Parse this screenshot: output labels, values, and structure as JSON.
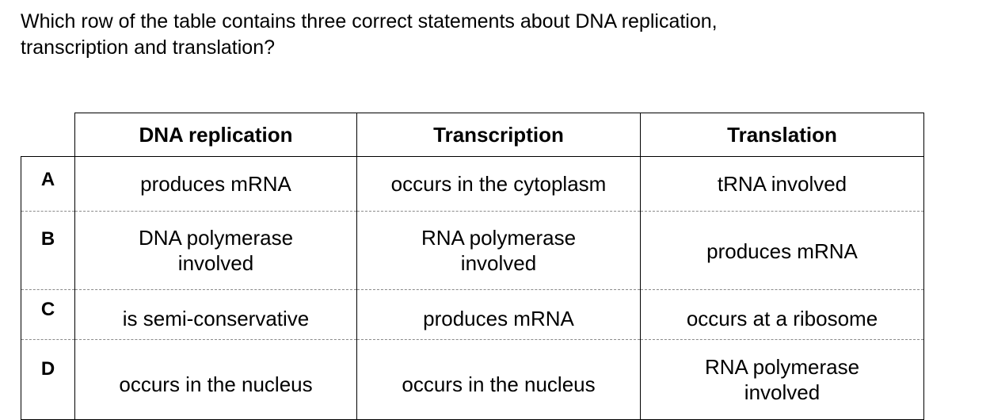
{
  "question": {
    "line1": "Which row of the table contains three correct statements about DNA replication,",
    "line2": "transcription and translation?"
  },
  "table": {
    "headers": {
      "dna_replication": "DNA replication",
      "transcription": "Transcription",
      "translation": "Translation"
    },
    "rows": [
      {
        "letter": "A",
        "dna_replication": [
          "produces mRNA"
        ],
        "transcription": [
          "occurs in the cytoplasm"
        ],
        "translation": [
          "tRNA involved"
        ]
      },
      {
        "letter": "B",
        "dna_replication": [
          "DNA polymerase",
          "involved"
        ],
        "transcription": [
          "RNA polymerase",
          "involved"
        ],
        "translation": [
          "produces mRNA"
        ]
      },
      {
        "letter": "C",
        "dna_replication": [
          "is semi-conservative"
        ],
        "transcription": [
          "produces mRNA"
        ],
        "translation": [
          "occurs at a ribosome"
        ]
      },
      {
        "letter": "D",
        "dna_replication": [
          "occurs in the nucleus"
        ],
        "transcription": [
          "occurs in the nucleus"
        ],
        "translation": [
          "RNA polymerase",
          "involved"
        ]
      }
    ]
  }
}
